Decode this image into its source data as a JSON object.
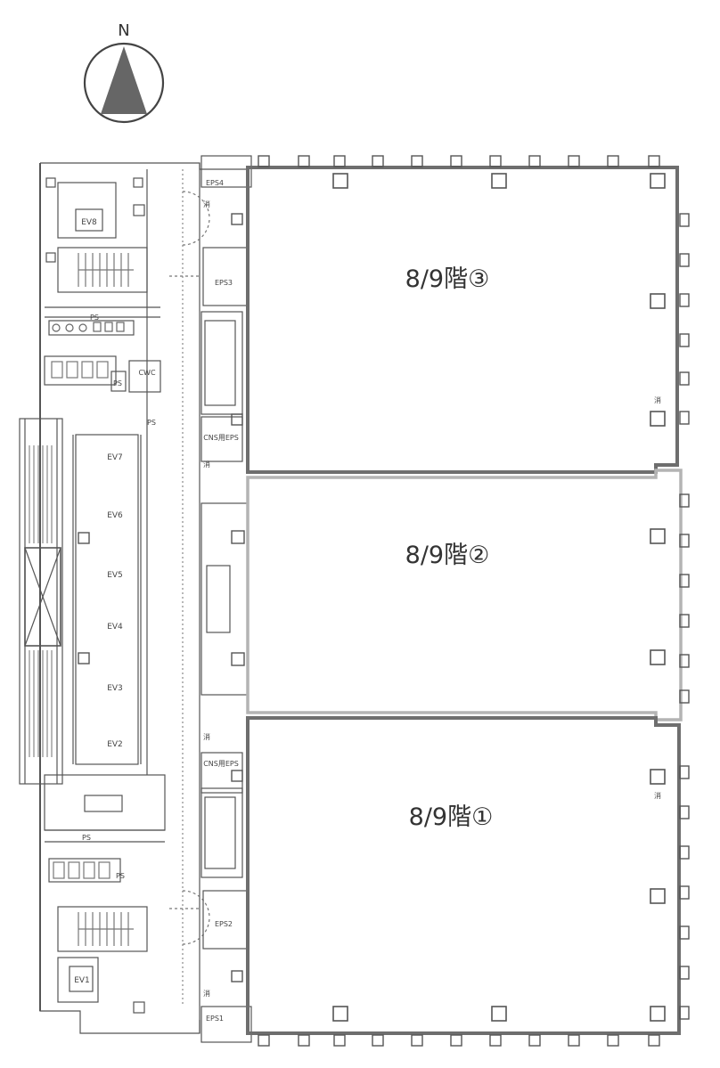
{
  "compass": {
    "label": "N",
    "icon": "north-arrow-icon"
  },
  "tenants": [
    {
      "id": "unit-3",
      "label": "8/9階③"
    },
    {
      "id": "unit-2",
      "label": "8/9階②"
    },
    {
      "id": "unit-1",
      "label": "8/9階①"
    }
  ],
  "elevators": [
    "EV8",
    "EV7",
    "EV6",
    "EV5",
    "EV4",
    "EV3",
    "EV2",
    "EV1"
  ],
  "shafts": {
    "eps4": "EPS4",
    "eps3": "EPS3",
    "eps2": "EPS2",
    "eps1": "EPS1",
    "cns_top": "CNS用EPS",
    "cns_bottom": "CNS用EPS",
    "ps_top": "PS",
    "ps_mid1": "PS",
    "ps_mid2": "PS",
    "ps_bottom": "PS",
    "ps_bottom2": "PS",
    "cwc": "CWC"
  },
  "hydrant_mark": "消",
  "colors": {
    "line": "#555555",
    "wall": "#6e6e6e",
    "unit2_wall": "#b4b4b4",
    "fill_arrow": "#666666"
  }
}
